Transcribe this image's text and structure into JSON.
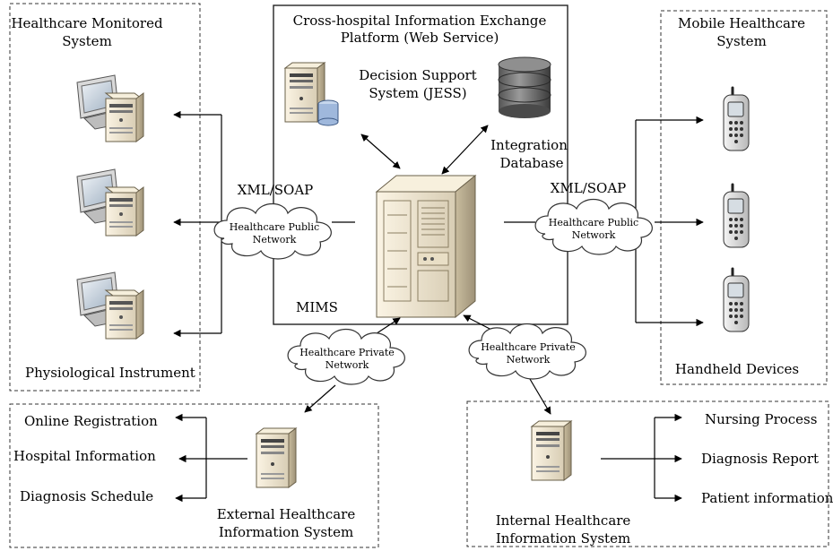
{
  "monitored": {
    "title_line1": "Healthcare Monitored",
    "title_line2": "System",
    "instrument_label": "Physiological Instrument"
  },
  "platform": {
    "title_line1": "Cross-hospital Information Exchange",
    "title_line2": "Platform (Web Service)",
    "dss_line1": "Decision Support",
    "dss_line2": "System (JESS)",
    "integration_line1": "Integration",
    "integration_line2": "Database",
    "mims_label": "MIMS"
  },
  "mobile": {
    "title_line1": "Mobile Healthcare",
    "title_line2": "System",
    "handheld_label": "Handheld Devices"
  },
  "networks": {
    "xml_soap_left": "XML/SOAP",
    "xml_soap_right": "XML/SOAP",
    "public_left_line1": "Healthcare Public",
    "public_left_line2": "Network",
    "public_right_line1": "Healthcare Public",
    "public_right_line2": "Network",
    "private_left_line1": "Healthcare Private",
    "private_left_line2": "Network",
    "private_right_line1": "Healthcare Private",
    "private_right_line2": "Network"
  },
  "external": {
    "items": [
      "Online Registration",
      "Hospital Information",
      "Diagnosis Schedule"
    ],
    "title_line1": "External Healthcare",
    "title_line2": "Information System"
  },
  "internal": {
    "items": [
      "Nursing Process",
      "Diagnosis Report",
      "Patient information"
    ],
    "title_line1": "Internal Healthcare",
    "title_line2": "Information System"
  }
}
